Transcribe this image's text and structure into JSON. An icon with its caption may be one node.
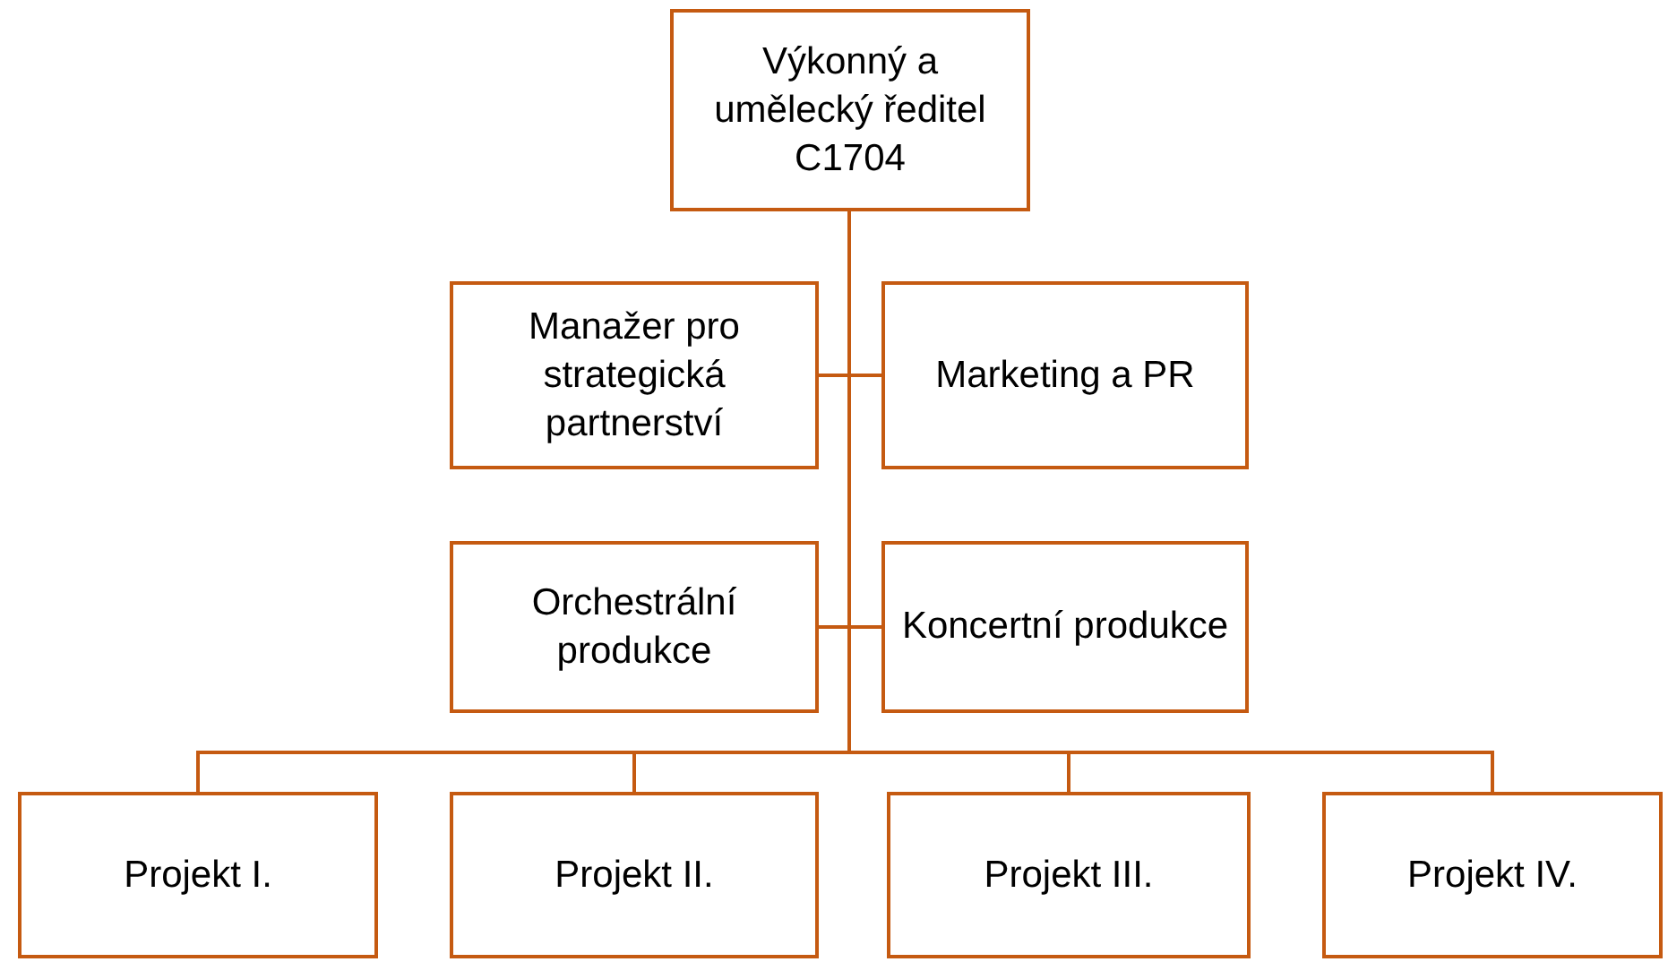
{
  "diagram": {
    "nodes": [
      {
        "text": [
          "Výkonný a umělecký ředitel C1704"
        ]
      },
      {
        "text": [
          "Manažer pro strategická partnerství"
        ]
      },
      {
        "text": [
          "Marketing a PR"
        ]
      },
      {
        "text": [
          "Orchestrální produkce"
        ]
      },
      {
        "text": [
          "Koncertní produkce"
        ]
      },
      {
        "text": [
          "Projekt I."
        ]
      },
      {
        "text": [
          "Projekt II."
        ]
      },
      {
        "text": [
          "Projekt III."
        ]
      },
      {
        "text": [
          "Projekt IV."
        ]
      }
    ],
    "edges": [
      {
        "from": 0,
        "to": 1,
        "arrow": "none"
      },
      {
        "from": 0,
        "to": 2,
        "arrow": "none"
      },
      {
        "from": 0,
        "to": 3,
        "arrow": "none"
      },
      {
        "from": 0,
        "to": 4,
        "arrow": "none"
      },
      {
        "from": 0,
        "to": 5,
        "arrow": "none"
      },
      {
        "from": 0,
        "to": 6,
        "arrow": "none"
      },
      {
        "from": 0,
        "to": 7,
        "arrow": "none"
      },
      {
        "from": 0,
        "to": 8,
        "arrow": "none"
      }
    ]
  }
}
